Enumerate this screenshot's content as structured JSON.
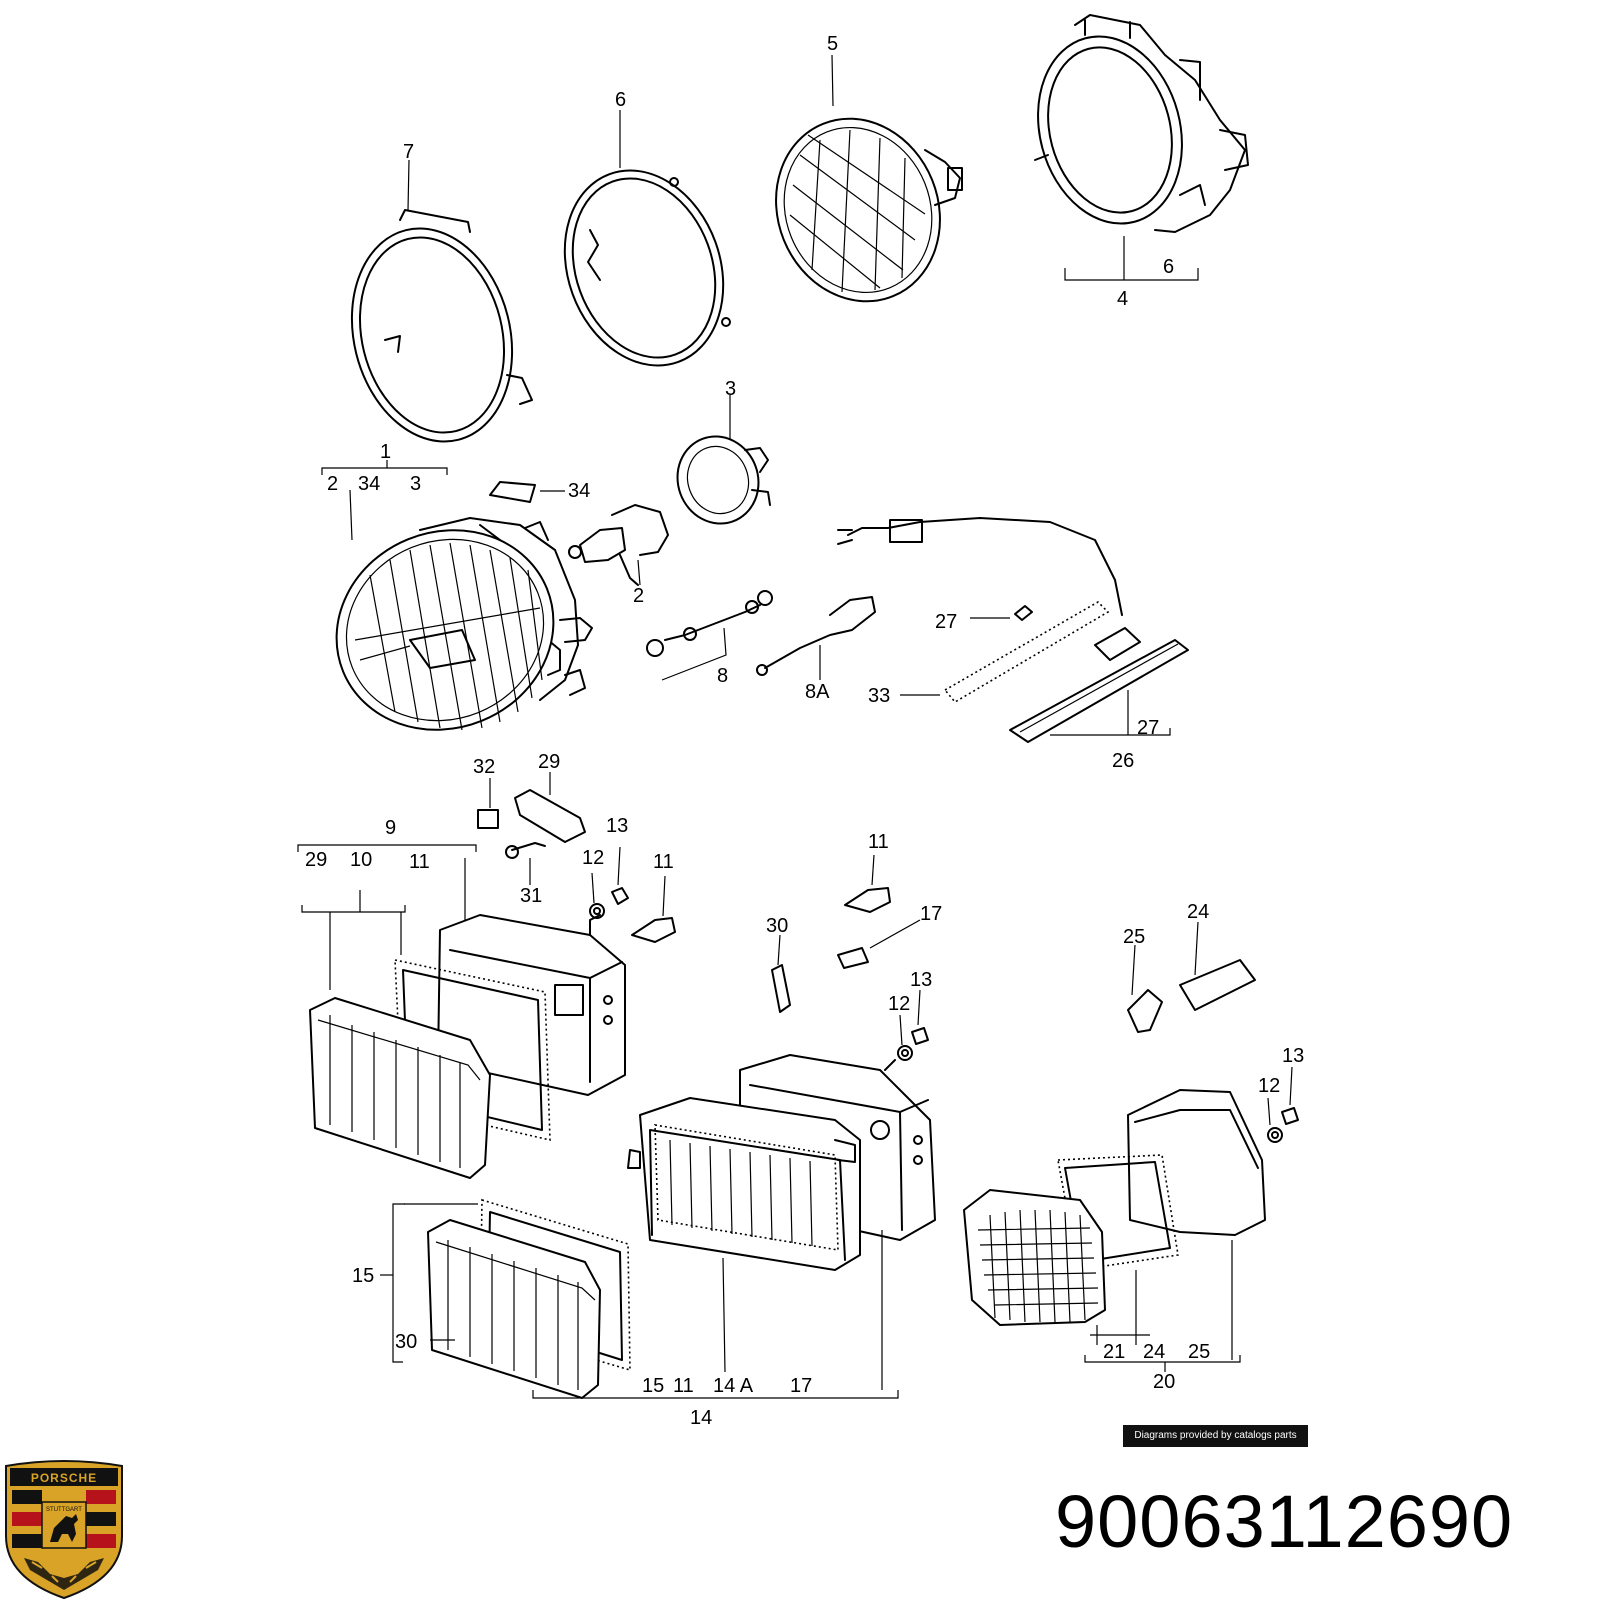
{
  "labels": {
    "c1": "1",
    "c2": "2",
    "c3": "3",
    "c4": "4",
    "c5": "5",
    "c6": "6",
    "c7": "7",
    "c8": "8",
    "c8a": "8A",
    "c9": "9",
    "c10": "10",
    "c11": "11",
    "c12": "12",
    "c13": "13",
    "c14": "14",
    "c14a": "14 A",
    "c15": "15",
    "c17": "17",
    "c20": "20",
    "c21": "21",
    "c24": "24",
    "c25": "25",
    "c26": "26",
    "c27": "27",
    "c29": "29",
    "c30": "30",
    "c31": "31",
    "c32": "32",
    "c33": "33",
    "c34": "34"
  },
  "credit": "Diagrams provided by catalogs parts",
  "part_number": "90063112690",
  "logo": {
    "brand": "PORSCHE",
    "city": "STUTTGART",
    "colors": {
      "gold": "#d8a326",
      "red": "#b5121b",
      "black": "#111111"
    }
  }
}
